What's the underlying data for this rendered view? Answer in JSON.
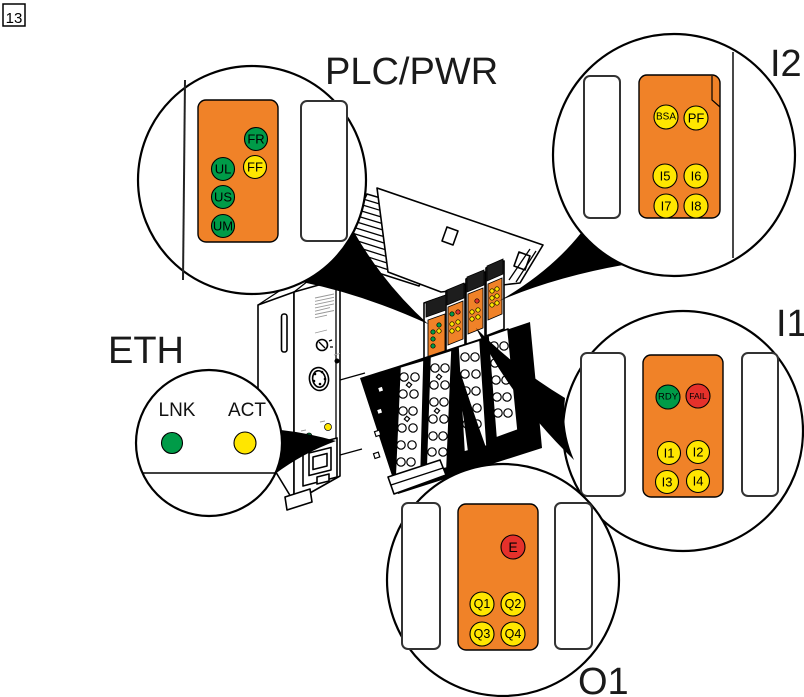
{
  "figure_number": "13",
  "colors": {
    "orange": "#F08228",
    "yellow": "#FFE600",
    "green": "#009B48",
    "red": "#E5312B"
  },
  "callouts": {
    "plc_pwr": {
      "label": "PLC/PWR",
      "leds": [
        {
          "id": "FR",
          "color": "green"
        },
        {
          "id": "UL",
          "color": "green"
        },
        {
          "id": "FF",
          "color": "yellow"
        },
        {
          "id": "US",
          "color": "green"
        },
        {
          "id": "UM",
          "color": "green"
        }
      ]
    },
    "i2": {
      "label": "I2",
      "leds": [
        {
          "id": "BSA",
          "color": "yellow"
        },
        {
          "id": "PF",
          "color": "yellow"
        },
        {
          "id": "I5",
          "color": "yellow"
        },
        {
          "id": "I6",
          "color": "yellow"
        },
        {
          "id": "I7",
          "color": "yellow"
        },
        {
          "id": "I8",
          "color": "yellow"
        }
      ]
    },
    "i1": {
      "label": "I1",
      "leds": [
        {
          "id": "RDY",
          "color": "green"
        },
        {
          "id": "FAIL",
          "color": "red"
        },
        {
          "id": "I1",
          "color": "yellow"
        },
        {
          "id": "I2",
          "color": "yellow"
        },
        {
          "id": "I3",
          "color": "yellow"
        },
        {
          "id": "I4",
          "color": "yellow"
        }
      ]
    },
    "o1": {
      "label": "O1",
      "leds": [
        {
          "id": "E",
          "color": "red"
        },
        {
          "id": "Q1",
          "color": "yellow"
        },
        {
          "id": "Q2",
          "color": "yellow"
        },
        {
          "id": "Q3",
          "color": "yellow"
        },
        {
          "id": "Q4",
          "color": "yellow"
        }
      ]
    },
    "eth": {
      "label": "ETH",
      "leds": [
        {
          "id": "LNK",
          "color": "green"
        },
        {
          "id": "ACT",
          "color": "yellow"
        }
      ]
    }
  }
}
